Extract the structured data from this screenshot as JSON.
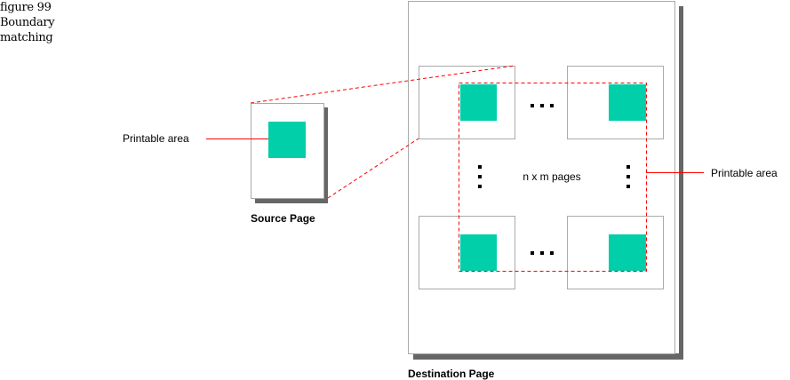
{
  "caption": {
    "line1": "figure 99",
    "line2": "Boundary",
    "line3": "matching"
  },
  "source_page": {
    "title": "Source Page",
    "printable_label": "Printable area"
  },
  "destination_page": {
    "title": "Destination Page",
    "printable_label": "Printable area",
    "grid_label": "n x m pages"
  },
  "colors": {
    "printable": "#00cfaa",
    "boundary": "#ff0000",
    "page_border": "#aaaaaa",
    "shadow": "#666666"
  }
}
